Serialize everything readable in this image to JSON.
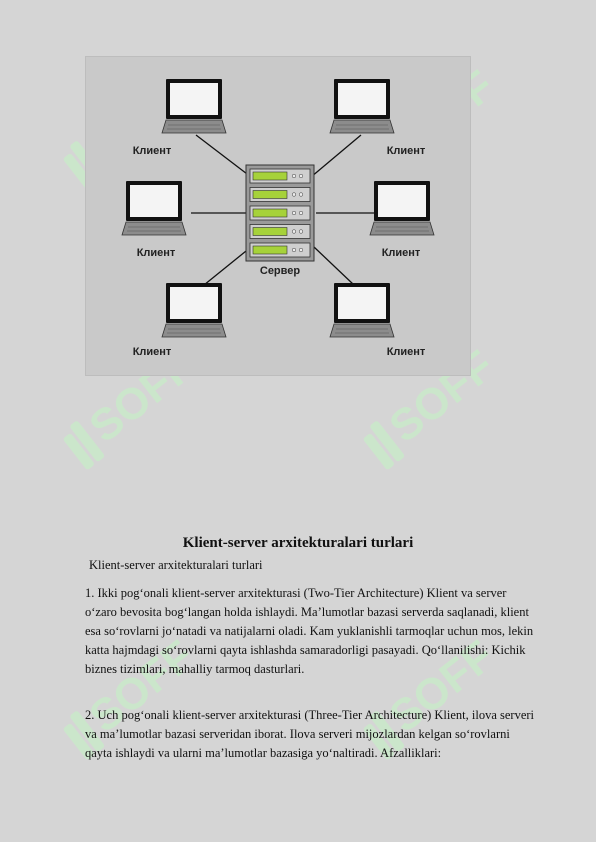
{
  "figure": {
    "client_label": "Клиент",
    "server_label": "Сервер"
  },
  "watermark": {
    "text": "SOFF",
    "color": "#c8ecc8"
  },
  "heading": "Klient-server arxitekturalari turlari",
  "subheading": "Klient-server arxitekturalari turlari",
  "paragraphs": [
    "1. Ikki pog‘onali klient-server arxitekturasi (Two-Tier Architecture) Klient va server o‘zaro bevosita bog‘langan holda ishlaydi. Ma’lumotlar bazasi serverda saqlanadi, klient esa so‘rovlarni jo‘natadi va natijalarni oladi. Kam yuklanishli tarmoqlar uchun mos, lekin katta hajmdagi so‘rovlarni qayta ishlashda samaradorligi pasayadi. Qo‘llanilishi: Kichik biznes tizimlari, mahalliy tarmoq dasturlari.",
    "2. Uch pog‘onali klient-server arxitekturasi (Three-Tier Architecture) Klient, ilova serveri va ma’lumotlar bazasi serveridan iborat. Ilova serveri mijozlardan kelgan so‘rovlarni qayta ishlaydi va ularni ma’lumotlar bazasiga yo‘naltiradi. Afzalliklari:"
  ]
}
